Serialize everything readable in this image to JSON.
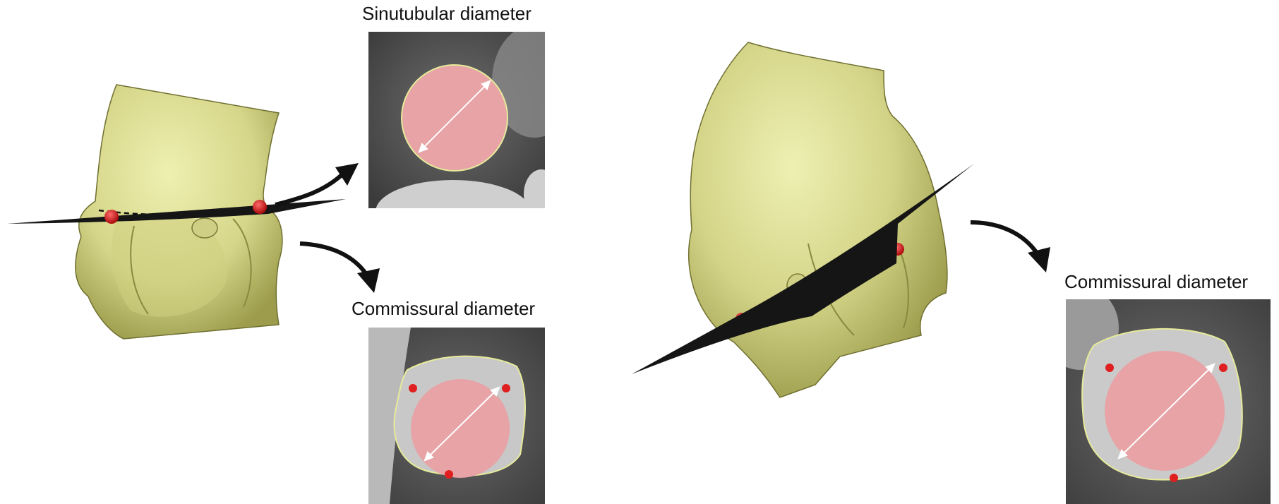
{
  "labels": {
    "sinutubular": "Sinutubular diameter",
    "commissural_left": "Commissural diameter",
    "commissural_right": "Commissural diameter"
  },
  "colors": {
    "aorta_surface": "#d9d98c",
    "aorta_shadow": "#9e9e4a",
    "cut_plane": "#151515",
    "commissure_marker": "#e02020",
    "circle_fill": "#e8a0a0",
    "ct_background": "#7a7a7a",
    "measurement_arrow": "#ffffff",
    "segmentation_outline": "#e6eb9a"
  },
  "icons": {
    "flow_arrow": "curved-arrow-icon",
    "measurement": "double-arrow-icon"
  }
}
